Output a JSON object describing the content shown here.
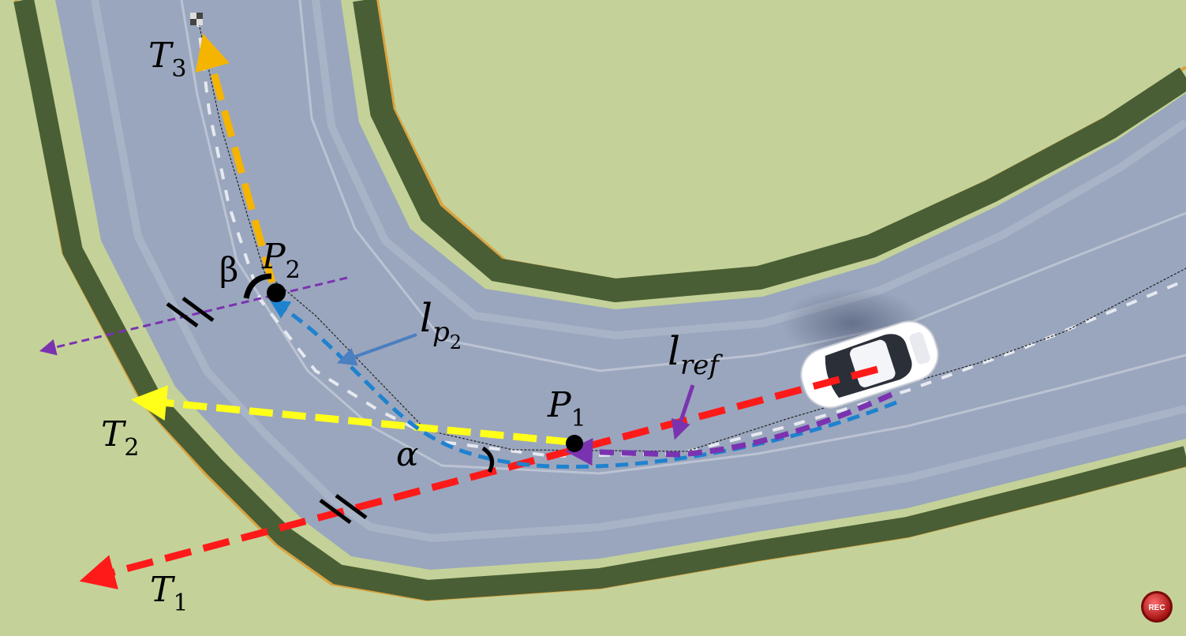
{
  "labels": {
    "t1": {
      "main": "T",
      "sub": "1"
    },
    "t2": {
      "main": "T",
      "sub": "2"
    },
    "t3": {
      "main": "T",
      "sub": "3"
    },
    "p1": {
      "main": "P",
      "sub": "1"
    },
    "p2": {
      "main": "P",
      "sub": "2"
    },
    "alpha": "α",
    "beta": "β",
    "lp2": {
      "main": "l",
      "sub": "p",
      "subsub": "2"
    },
    "lref": {
      "main": "l",
      "sub": "ref"
    }
  },
  "rec_button": {
    "label": "REC"
  },
  "colors": {
    "grass": "#c8d69e",
    "road": "#9aa6bd",
    "edge_grass": "#4a5e35",
    "border_line": "#d9a441",
    "tangent_t1": "#ff1a1a",
    "tangent_t2": "#ffff1a",
    "tangent_t3": "#f5b400",
    "path_lp2": "#1f82cf",
    "ref_line": "#7a33b0",
    "pointer_lp2": "#4a7fc0",
    "rec": "#cc1111"
  }
}
